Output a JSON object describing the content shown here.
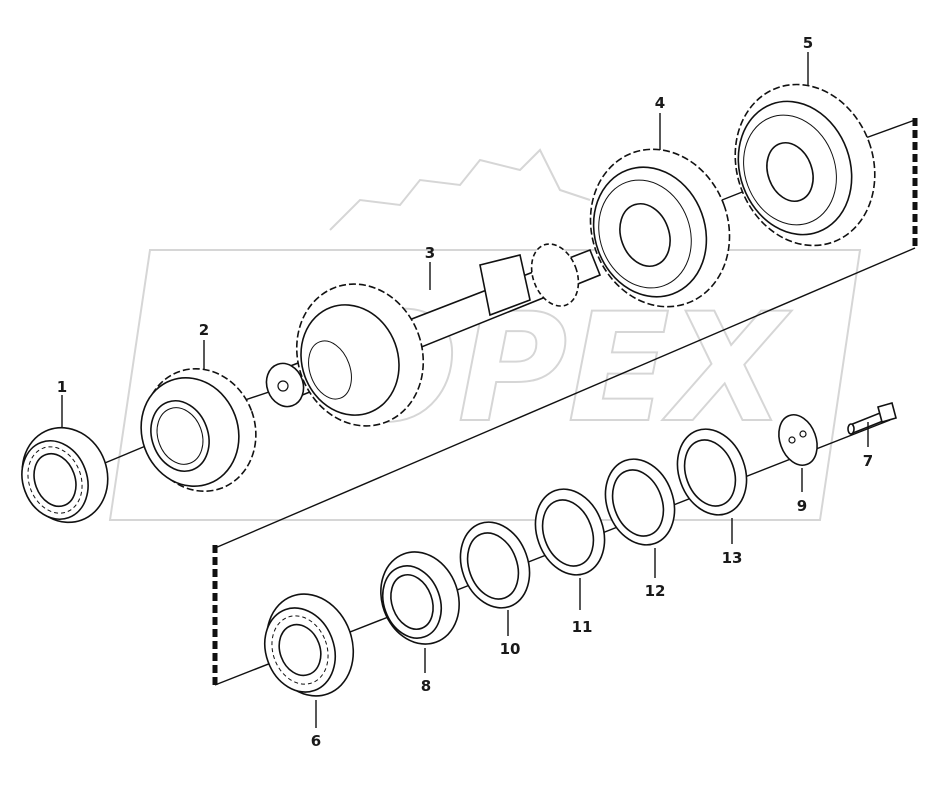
{
  "watermark": {
    "text": "OPEX",
    "color": "#d6d6d6"
  },
  "callouts": [
    {
      "id": "1",
      "label": "1"
    },
    {
      "id": "2",
      "label": "2"
    },
    {
      "id": "3",
      "label": "3"
    },
    {
      "id": "4",
      "label": "4"
    },
    {
      "id": "5",
      "label": "5"
    },
    {
      "id": "6",
      "label": "6"
    },
    {
      "id": "7",
      "label": "7"
    },
    {
      "id": "8",
      "label": "8"
    },
    {
      "id": "9",
      "label": "9"
    },
    {
      "id": "10",
      "label": "10"
    },
    {
      "id": "11",
      "label": "11"
    },
    {
      "id": "12",
      "label": "12"
    },
    {
      "id": "13",
      "label": "13"
    }
  ]
}
